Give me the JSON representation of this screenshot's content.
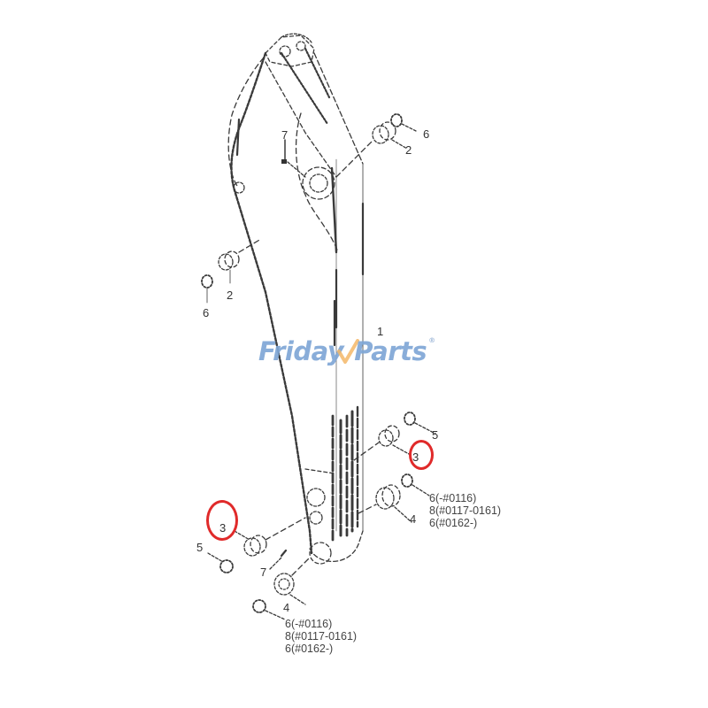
{
  "diagram": {
    "title": "",
    "description": "Exploded parts view of excavator arm with pins, bushings and shims",
    "background": "#ffffff",
    "line_color": "#333333",
    "highlight_color": "#e02a2a"
  },
  "watermark": {
    "text_left": "Friday",
    "text_right": "Parts",
    "registered": "®",
    "color": "#7fa7d6",
    "check_color": "#f2b25c"
  },
  "labels": {
    "arm": "1",
    "bushing_top_right": "2",
    "bushing_left": "2",
    "shim_top_right": "6",
    "shim_left": "6",
    "bolt_top": "7",
    "bolt_bottom": "7",
    "bushing_right_lower": "3",
    "bushing_left_lower": "3",
    "shim_right_lower": "5",
    "shim_left_lower": "5",
    "boss_right": "4",
    "boss_bottom": "4",
    "shim_right_variants": [
      "6(-#0116)",
      "8(#0117-0161)",
      "6(#0162-)"
    ],
    "shim_bottom_variants": [
      "6(-#0116)",
      "8(#0117-0161)",
      "6(#0162-)"
    ]
  },
  "highlights": [
    {
      "part": "3",
      "position": "left-lower"
    },
    {
      "part": "3",
      "position": "right-lower"
    }
  ]
}
